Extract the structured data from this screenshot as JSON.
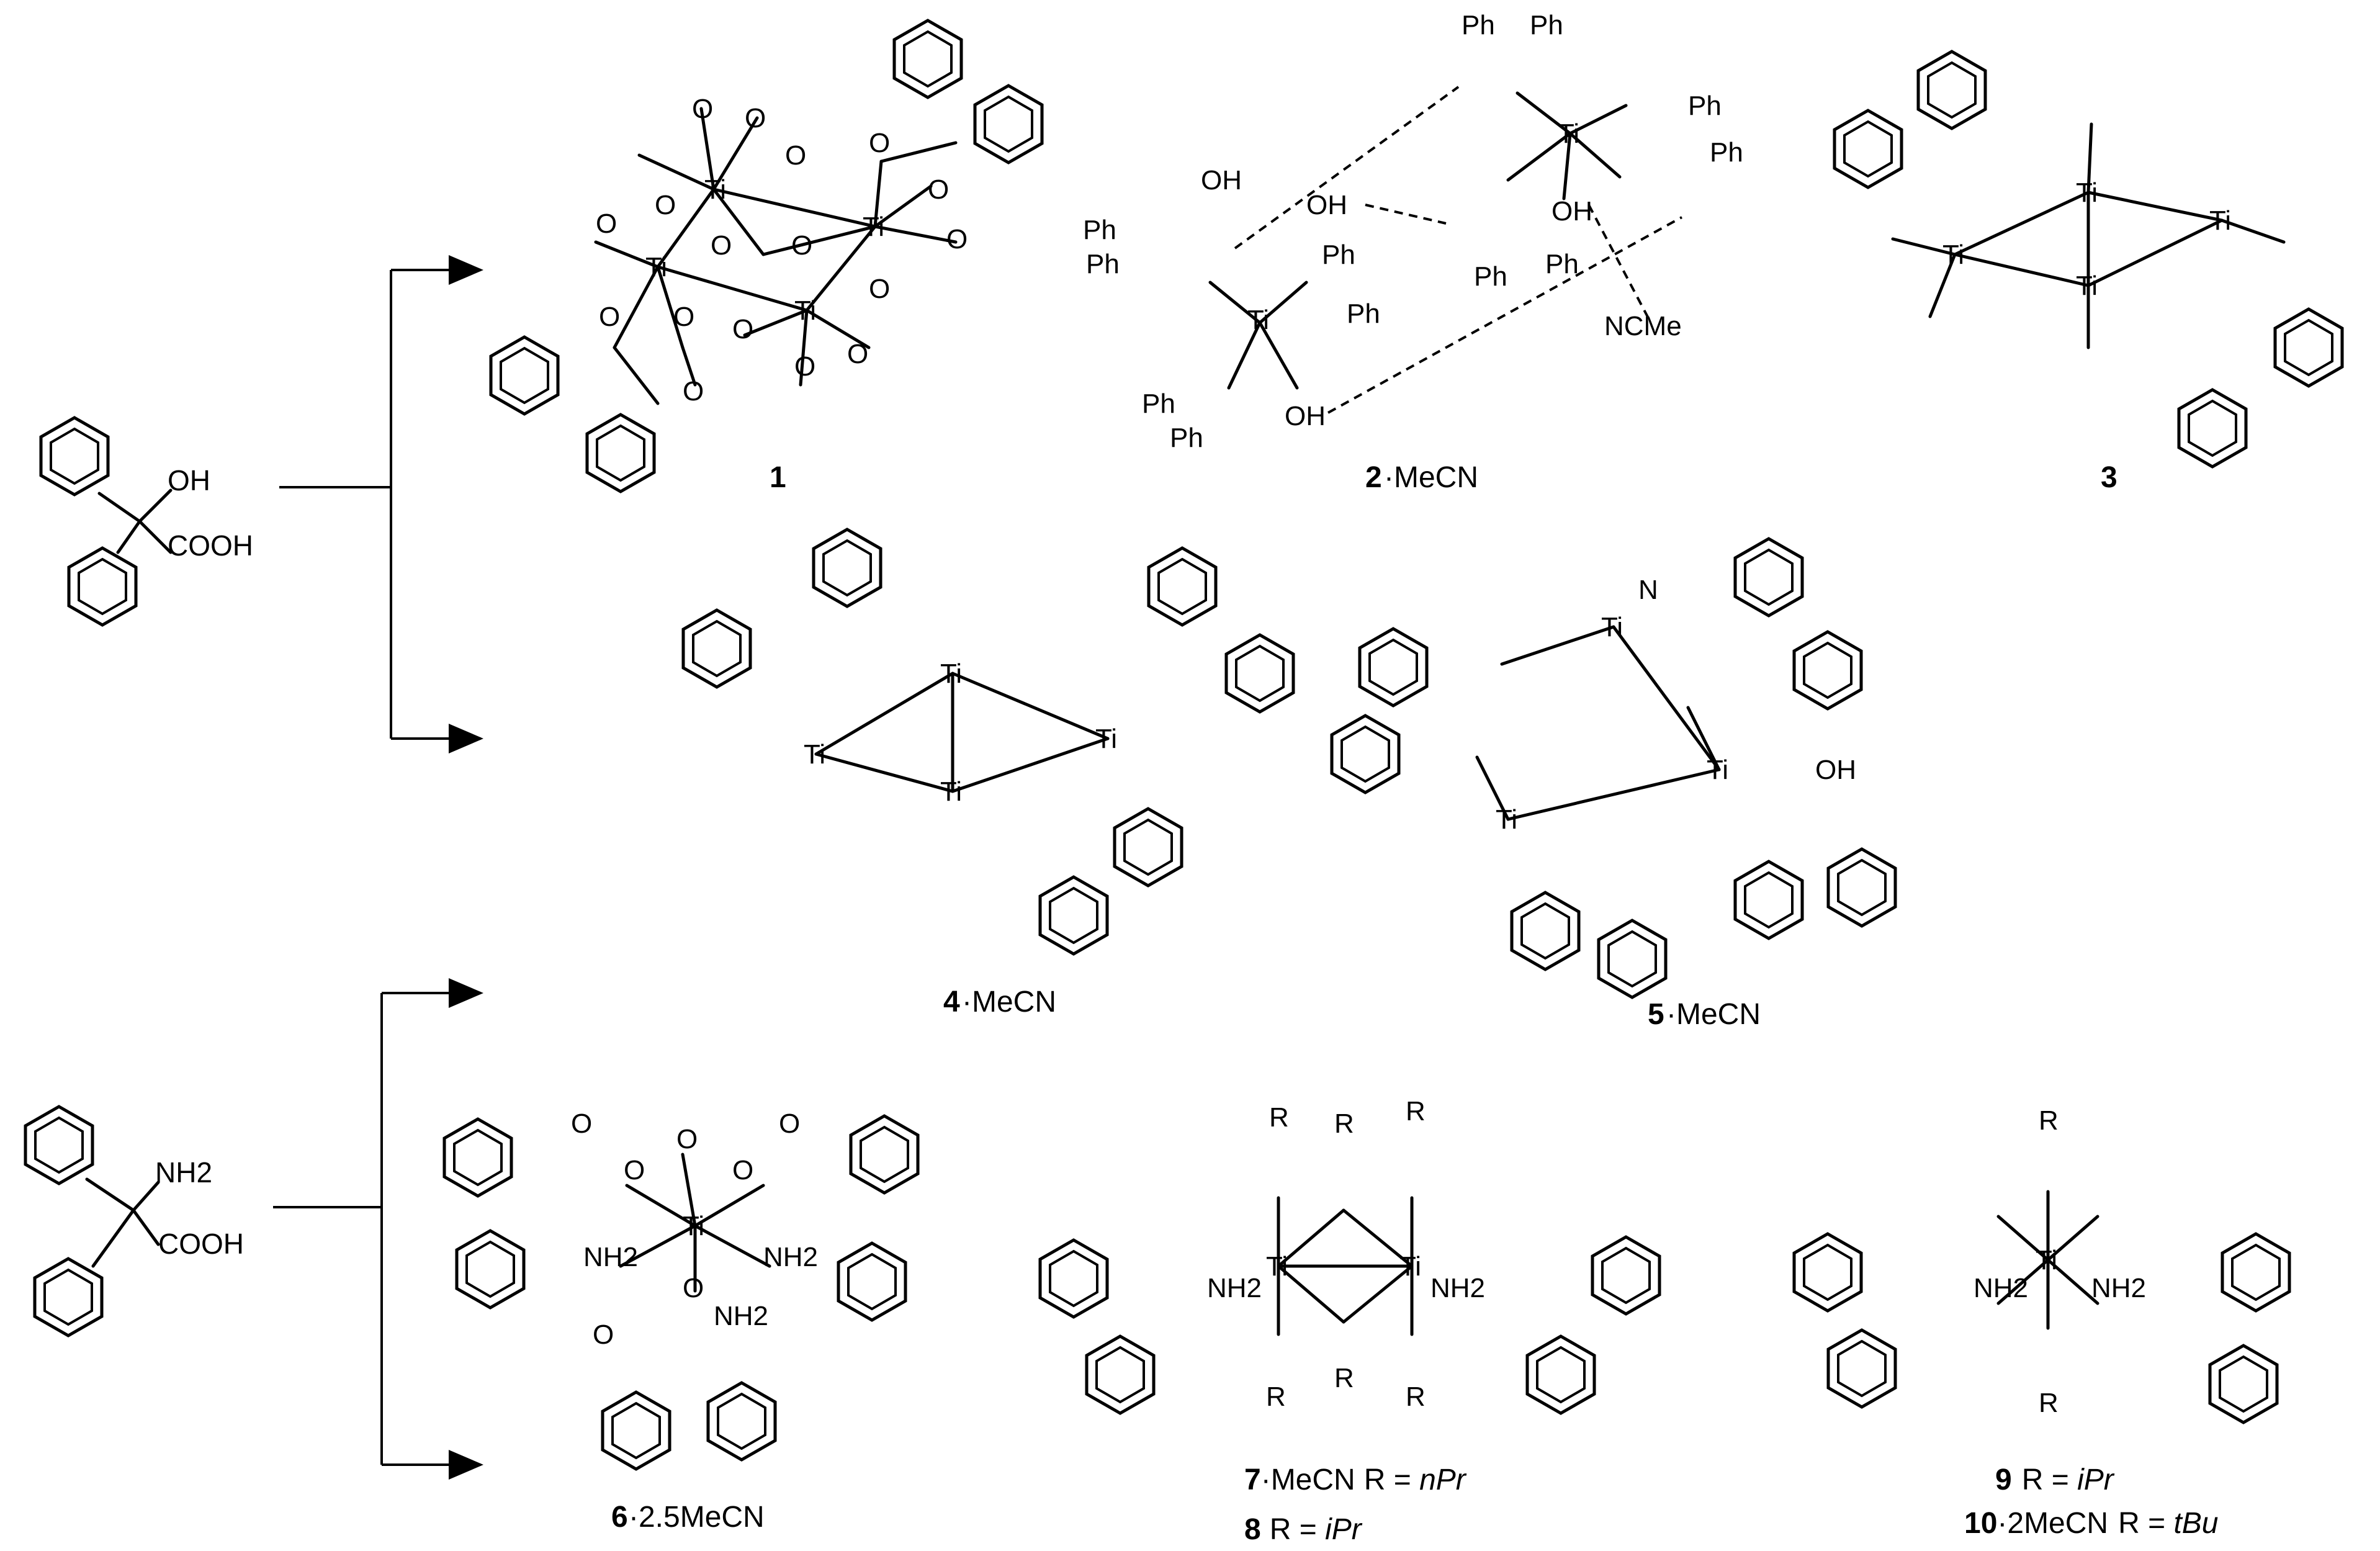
{
  "reactants": [
    {
      "groups": [
        "OH",
        "COOH"
      ]
    },
    {
      "groups": [
        "NH2",
        "COOH"
      ]
    }
  ],
  "compounds": [
    {
      "number": "1",
      "suffix": ""
    },
    {
      "number": "2",
      "suffix": "·MeCN"
    },
    {
      "number": "3",
      "suffix": ""
    },
    {
      "number": "4",
      "suffix": "·MeCN"
    },
    {
      "number": "5",
      "suffix": "·MeCN"
    },
    {
      "number": "6",
      "suffix": "·2.5MeCN"
    },
    {
      "number": "7",
      "suffix": "·MeCN",
      "r_label": "R = ",
      "r_group": "nPr"
    },
    {
      "number": "8",
      "suffix": "",
      "r_label": "R = ",
      "r_group": "iPr"
    },
    {
      "number": "9",
      "suffix": "",
      "r_label": "R = ",
      "r_group": "iPr"
    },
    {
      "number": "10",
      "suffix": "·2MeCN",
      "r_label": "R = ",
      "r_group": "tBu"
    }
  ],
  "atom_labels": {
    "ti": "Ti",
    "o": "O",
    "oh": "OH",
    "nh2": "NH2",
    "ph": "Ph",
    "r": "R",
    "ncme": "NCMe",
    "n": "N"
  }
}
